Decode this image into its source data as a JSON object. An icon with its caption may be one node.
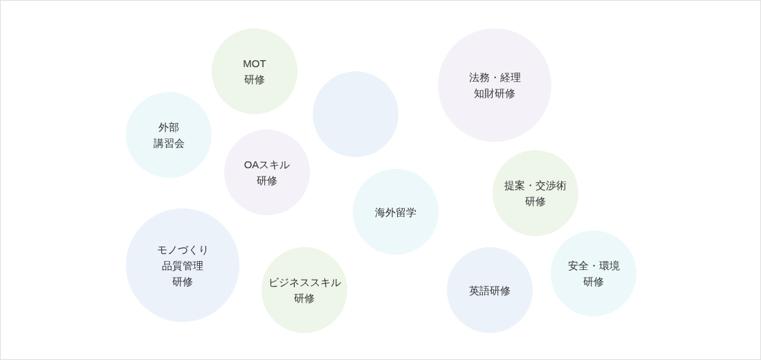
{
  "diagram": {
    "nodes": [
      {
        "text": [
          "MOT研修"
        ]
      },
      {
        "text": [
          "法務・経理知財研修"
        ]
      },
      {
        "text": [],
        "shape": "circle"
      },
      {
        "text": [
          "外部講習会"
        ]
      },
      {
        "text": [
          "OAスキル研修"
        ]
      },
      {
        "text": [
          "提案・交渉術研修"
        ]
      },
      {
        "text": [
          "海外留学"
        ]
      },
      {
        "text": [
          "モノづくり品質管理研修"
        ]
      },
      {
        "text": [
          "安全・環境研修"
        ]
      },
      {
        "text": [
          "ビジネススキル研修"
        ]
      },
      {
        "text": [
          "英語研修"
        ]
      }
    ]
  }
}
